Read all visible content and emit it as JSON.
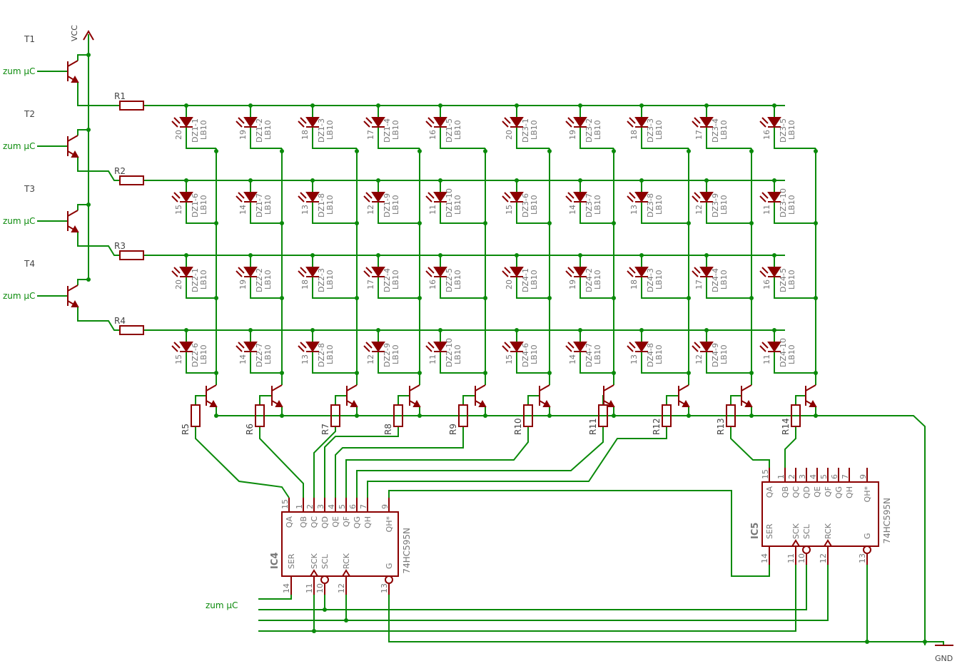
{
  "colors": {
    "wire": "#0a8a0a",
    "part": "#8b0000",
    "text_dark": "#444444",
    "text_part": "#777777",
    "bg": "#ffffff"
  },
  "labels": {
    "vcc": "VCC",
    "gnd": "GND",
    "zum": "zum µC",
    "row_transistors": [
      "T1",
      "T2",
      "T3",
      "T4"
    ],
    "row_resistors": [
      "R1",
      "R2",
      "R3",
      "R4"
    ],
    "col_resistors": [
      "R5",
      "R6",
      "R7",
      "R8",
      "R9",
      "R10",
      "R11",
      "R12",
      "R13",
      "R14"
    ],
    "led_value": "LB10"
  },
  "leds": [
    [
      {
        "ref": "DZ1-1",
        "num": "20"
      },
      {
        "ref": "DZ1-2",
        "num": "19"
      },
      {
        "ref": "DZ1-3",
        "num": "18"
      },
      {
        "ref": "DZ1-4",
        "num": "17"
      },
      {
        "ref": "DZ1-5",
        "num": "16"
      },
      {
        "ref": "DZ3-1",
        "num": "20"
      },
      {
        "ref": "DZ3-2",
        "num": "19"
      },
      {
        "ref": "DZ3-3",
        "num": "18"
      },
      {
        "ref": "DZ3-4",
        "num": "17"
      },
      {
        "ref": "DZ3-5",
        "num": "16"
      }
    ],
    [
      {
        "ref": "DZ1-6",
        "num": "15"
      },
      {
        "ref": "DZ1-7",
        "num": "14"
      },
      {
        "ref": "DZ1-8",
        "num": "13"
      },
      {
        "ref": "DZ1-9",
        "num": "12"
      },
      {
        "ref": "DZ1-10",
        "num": "11"
      },
      {
        "ref": "DZ3-6",
        "num": "15"
      },
      {
        "ref": "DZ3-7",
        "num": "14"
      },
      {
        "ref": "DZ3-8",
        "num": "13"
      },
      {
        "ref": "DZ3-9",
        "num": "12"
      },
      {
        "ref": "DZ3-10",
        "num": "11"
      }
    ],
    [
      {
        "ref": "DZ2-1",
        "num": "20"
      },
      {
        "ref": "DZ2-2",
        "num": "19"
      },
      {
        "ref": "DZ2-3",
        "num": "18"
      },
      {
        "ref": "DZ2-4",
        "num": "17"
      },
      {
        "ref": "DZ2-5",
        "num": "16"
      },
      {
        "ref": "DZ4-1",
        "num": "20"
      },
      {
        "ref": "DZ4-2",
        "num": "19"
      },
      {
        "ref": "DZ4-3",
        "num": "18"
      },
      {
        "ref": "DZ4-4",
        "num": "17"
      },
      {
        "ref": "DZ4-5",
        "num": "16"
      }
    ],
    [
      {
        "ref": "DZ2-6",
        "num": "15"
      },
      {
        "ref": "DZ2-7",
        "num": "14"
      },
      {
        "ref": "DZ2-8",
        "num": "13"
      },
      {
        "ref": "DZ2-9",
        "num": "12"
      },
      {
        "ref": "DZ2-10",
        "num": "11"
      },
      {
        "ref": "DZ4-6",
        "num": "15"
      },
      {
        "ref": "DZ4-7",
        "num": "14"
      },
      {
        "ref": "DZ4-8",
        "num": "13"
      },
      {
        "ref": "DZ4-9",
        "num": "12"
      },
      {
        "ref": "DZ4-10",
        "num": "11"
      }
    ]
  ],
  "ic4": {
    "name": "IC4",
    "part": "74HC595N",
    "pins_top": [
      {
        "label": "QA",
        "num": "15"
      },
      {
        "label": "QB",
        "num": "1"
      },
      {
        "label": "QC",
        "num": "2"
      },
      {
        "label": "QD",
        "num": "3"
      },
      {
        "label": "QE",
        "num": "4"
      },
      {
        "label": "QF",
        "num": "5"
      },
      {
        "label": "QG",
        "num": "6"
      },
      {
        "label": "QH",
        "num": "7"
      },
      {
        "label": "QH*",
        "num": "9"
      }
    ],
    "pins_bottom": [
      {
        "label": "SER",
        "num": "14"
      },
      {
        "label": "SCK",
        "num": "11"
      },
      {
        "label": "SCL",
        "num": "10"
      },
      {
        "label": "RCK",
        "num": "12"
      },
      {
        "label": "G",
        "num": "13"
      }
    ]
  },
  "ic5": {
    "name": "IC5",
    "part": "74HC595N",
    "pins_top": [
      {
        "label": "QA",
        "num": "15"
      },
      {
        "label": "QB",
        "num": "1"
      },
      {
        "label": "QC",
        "num": "2"
      },
      {
        "label": "QD",
        "num": "3"
      },
      {
        "label": "QE",
        "num": "4"
      },
      {
        "label": "QF",
        "num": "5"
      },
      {
        "label": "QG",
        "num": "6"
      },
      {
        "label": "QH",
        "num": "7"
      },
      {
        "label": "QH*",
        "num": "9"
      }
    ],
    "pins_bottom": [
      {
        "label": "SER",
        "num": "14"
      },
      {
        "label": "SCK",
        "num": "11"
      },
      {
        "label": "SCL",
        "num": "10"
      },
      {
        "label": "RCK",
        "num": "12"
      },
      {
        "label": "G",
        "num": "13"
      }
    ]
  }
}
